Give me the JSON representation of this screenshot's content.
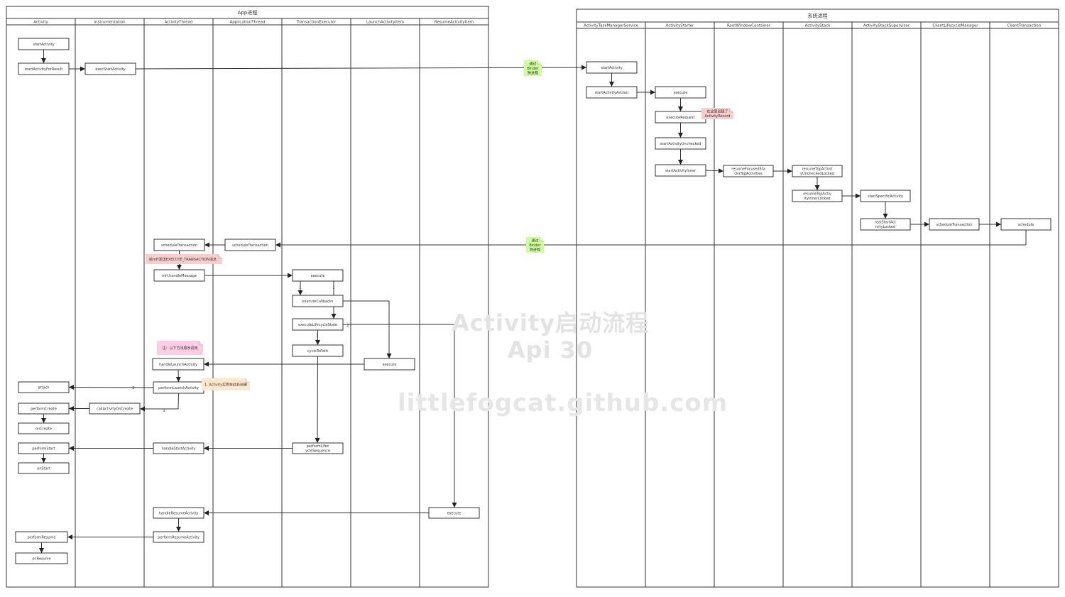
{
  "watermark": {
    "line1": "Activity启动流程",
    "line2": "Api 30",
    "site": "littlefogcat.github.com"
  },
  "pools": {
    "app": {
      "title": "App进程",
      "lanes": [
        "Activity",
        "Instrumentation",
        "ActivityThread",
        "ApplicationThread",
        "TransactionExecutor",
        "LaunchActivityItem",
        "ResumeActivityItem"
      ]
    },
    "system": {
      "title": "系统进程",
      "lanes": [
        "ActivityTaskManagerService",
        "ActivityStarter",
        "RootWindowContainer",
        "ActivityStack",
        "ActivityStackSupervisor",
        "ClientLifecycleManager",
        "ClientTransaction"
      ]
    }
  },
  "nodes": {
    "n1": "startActivity",
    "n2": "startActivityForResult",
    "n3": "execStartActivity",
    "s1": "startActivity",
    "s2": "startActivityAsUser",
    "s3": "execute",
    "s4": "executeRequest",
    "s5": "startActivityUnchecked",
    "s6": "startActivityInner",
    "s7": "resumeFocusedStacksTopActivities",
    "s8": "resumeTopActivityUncheckedLocked",
    "s9": "resumeTopActivityInnerLocked",
    "s10": "startSpecificActivity",
    "s11": "realStartActivityLocked",
    "s12": "scheduleTransaction",
    "s13": "schedule",
    "a1": "scheduleTransaction",
    "a2": "scheduleTransaction",
    "a3": "mH.handleMessage",
    "a4": "execute",
    "a5": "executeCallbacks",
    "a6": "executeLifecycleState",
    "a7": "cycleToPath",
    "a8": "execute",
    "a9": "handleLaunchActivity",
    "a10": "performLaunchActivity",
    "a11": "attach",
    "a12": "callActivityOnCreate",
    "a13": "performCreate",
    "a14": "onCreate",
    "a15": "performStart",
    "a16": "handleStartActivity",
    "a17": "performLifecycleSequence",
    "a18": "onStart",
    "a19": "handleResumeActivity",
    "a20": "execute",
    "a21": "performResumeActivity",
    "a22": "performResume",
    "a23": "onResume"
  },
  "notes": {
    "binder1": "通过\nBinder\n跨进程",
    "record": "在这里创建了\nActivityRecord",
    "binder2": "通过\nBinder\n跨进程",
    "mhmsg": "给mH发送EXECUTE_TRANSACTION消息",
    "below": "注：以下方法顺序调用",
    "created": "1. Activity实例在此处创建"
  },
  "edge_labels": {
    "one": "1",
    "two": "2"
  },
  "colors": {
    "green": "#ccff99",
    "pink": "#f8cecc",
    "magenta": "#ffcce6",
    "peach": "#ffe6cc",
    "line": "#333333"
  }
}
